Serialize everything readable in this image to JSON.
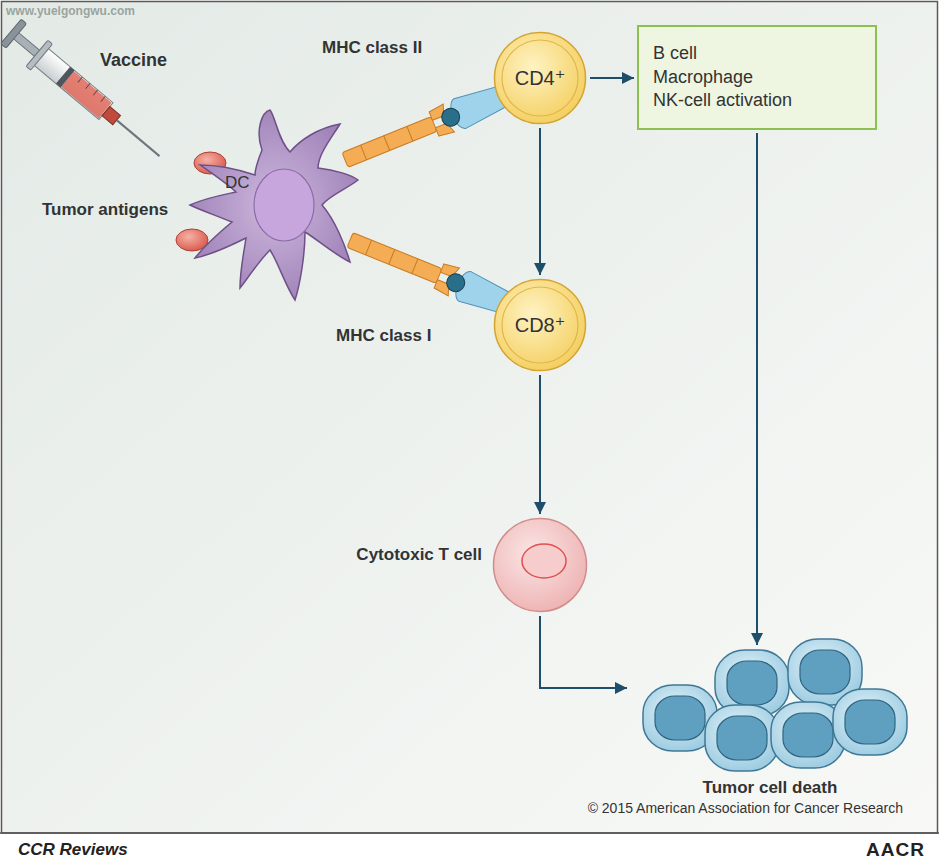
{
  "diagram": {
    "nodes": [
      {
        "text": [
          "DC"
        ]
      },
      {
        "text": [
          "CD4⁺"
        ]
      },
      {
        "text": [
          "B cell",
          "Macrophage",
          "NK-cell activation"
        ]
      },
      {
        "text": [
          "CD8⁺"
        ]
      },
      {
        "text": [
          "Cytotoxic T cell"
        ]
      },
      {
        "text": [
          "Tumor cell death"
        ]
      }
    ],
    "edges": [
      {
        "from": 1,
        "to": 2,
        "arrow": "to"
      },
      {
        "from": 1,
        "to": 3,
        "arrow": "to"
      },
      {
        "from": 2,
        "to": 5,
        "arrow": "to"
      },
      {
        "from": 3,
        "to": 4,
        "arrow": "to"
      },
      {
        "from": 4,
        "to": 5,
        "arrow": "to"
      }
    ],
    "labels": [
      "www.yuelgongwu.com",
      "Vaccine",
      "Tumor antigens",
      "MHC class II",
      "MHC class I",
      "© 2015 American Association for Cancer Research",
      "CCR Reviews",
      "AACR"
    ]
  }
}
